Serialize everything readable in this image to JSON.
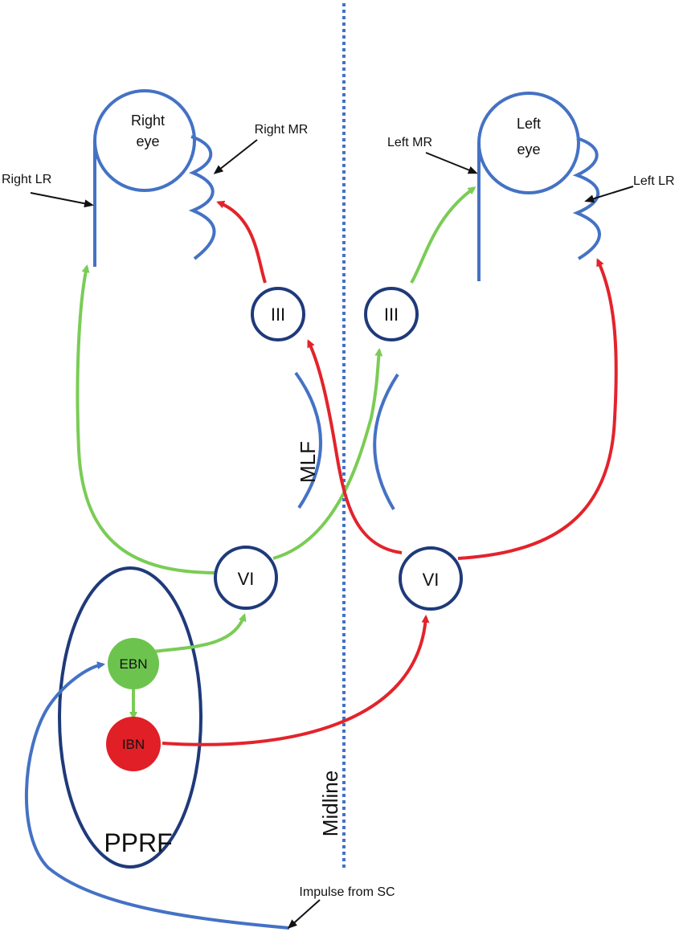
{
  "labels": {
    "right_eye_line1": "Right",
    "right_eye_line2": "eye",
    "left_eye_line1": "Left",
    "left_eye_line2": "eye",
    "right_mr": "Right MR",
    "right_lr": "Right LR",
    "left_mr": "Left MR",
    "left_lr": "Left LR",
    "iii_right": "III",
    "iii_left": "III",
    "vi_right": "VI",
    "vi_left": "VI",
    "mlf": "MLF",
    "midline": "Midline",
    "ebn": "EBN",
    "ibn": "IBN",
    "pprf": "PPRF",
    "impulse": "Impulse from SC"
  },
  "colors": {
    "blue": "#4472c4",
    "navy": "#1f3a7a",
    "green": "#7acc55",
    "red": "#e3232b",
    "ebn_fill": "#6cc44f",
    "ibn_fill": "#e11f26",
    "black": "#111111"
  }
}
